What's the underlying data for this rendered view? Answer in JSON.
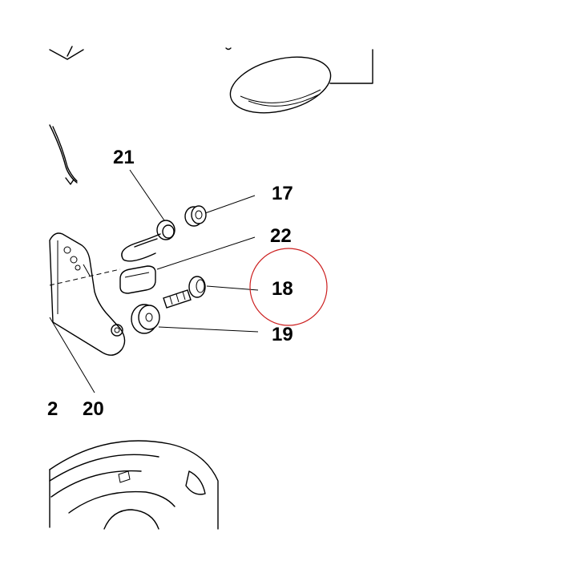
{
  "diagram": {
    "callouts": [
      {
        "id": "label-21",
        "text": "21"
      },
      {
        "id": "label-17",
        "text": "17"
      },
      {
        "id": "label-22",
        "text": "22"
      },
      {
        "id": "label-18",
        "text": "18"
      },
      {
        "id": "label-19",
        "text": "19"
      },
      {
        "id": "label-2",
        "text": "2"
      },
      {
        "id": "label-20",
        "text": "20"
      }
    ],
    "highlight": {
      "target": "18",
      "color": "#cc1f1f"
    },
    "colors": {
      "ink": "#000000",
      "paper": "#ffffff",
      "highlight": "#cc1f1f"
    }
  }
}
